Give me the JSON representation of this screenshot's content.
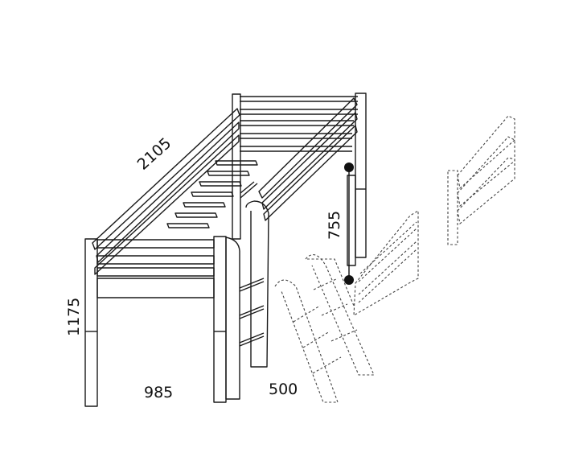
{
  "dimensions": {
    "length": "2105",
    "height": "1175",
    "width": "985",
    "ladder_depth": "500",
    "clearance": "755"
  }
}
